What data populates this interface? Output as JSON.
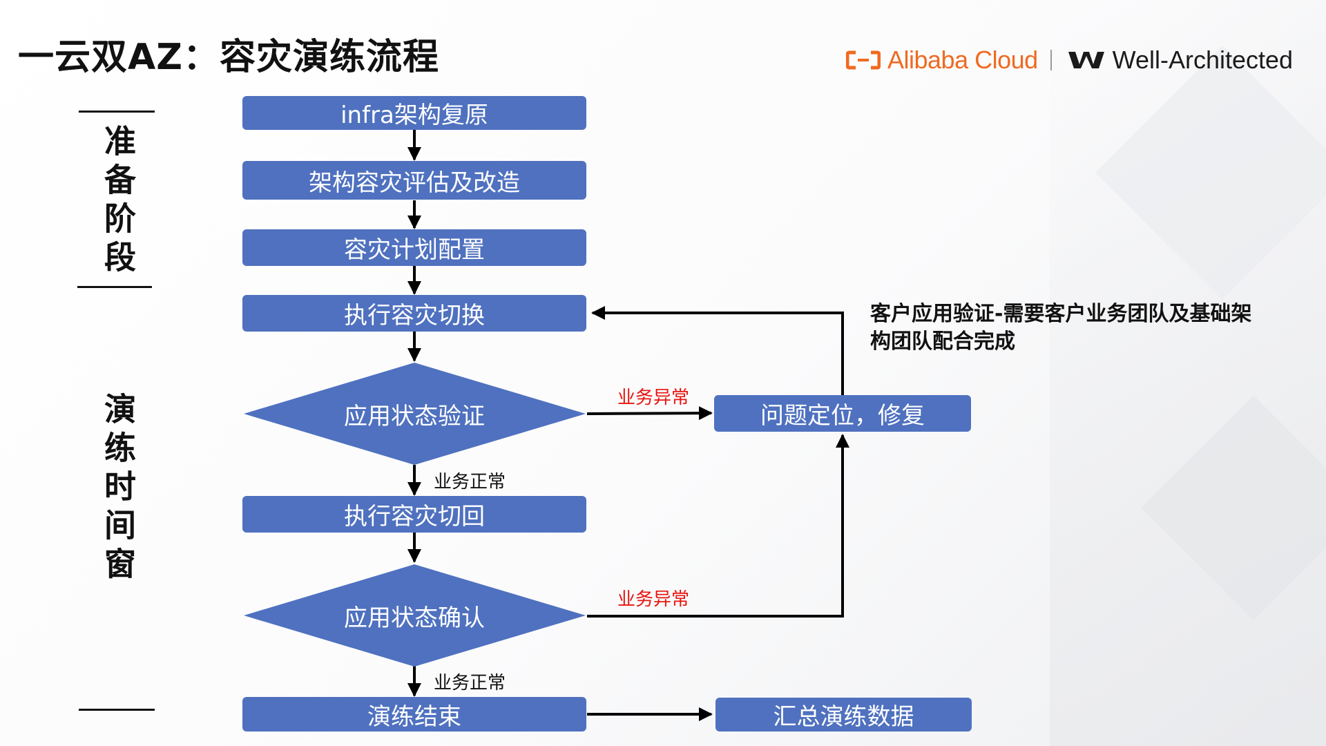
{
  "header": {
    "title": "一云双AZ：容灾演练流程",
    "logo": {
      "brand": "Alibaba Cloud",
      "partner": "Well-Architected"
    }
  },
  "phases": {
    "prepare": "准备阶段",
    "exercise": "演练时间窗"
  },
  "flow": {
    "step_restore": "infra架构复原",
    "step_assess": "架构容灾评估及改造",
    "step_plan": "容灾计划配置",
    "step_switch": "执行容灾切换",
    "check_verify": "应用状态验证",
    "step_switchback": "执行容灾切回",
    "check_confirm": "应用状态确认",
    "step_end": "演练结束",
    "step_fix": "问题定位，修复",
    "step_summary": "汇总演练数据"
  },
  "edges": {
    "abnormal": "业务异常",
    "normal": "业务正常"
  },
  "note": "客户应用验证-需要客户业务团队及基础架构团队配合完成",
  "colors": {
    "box_fill": "#4f71bf",
    "abnormal_text": "#e8140d",
    "brand_orange": "#ef6a20"
  }
}
